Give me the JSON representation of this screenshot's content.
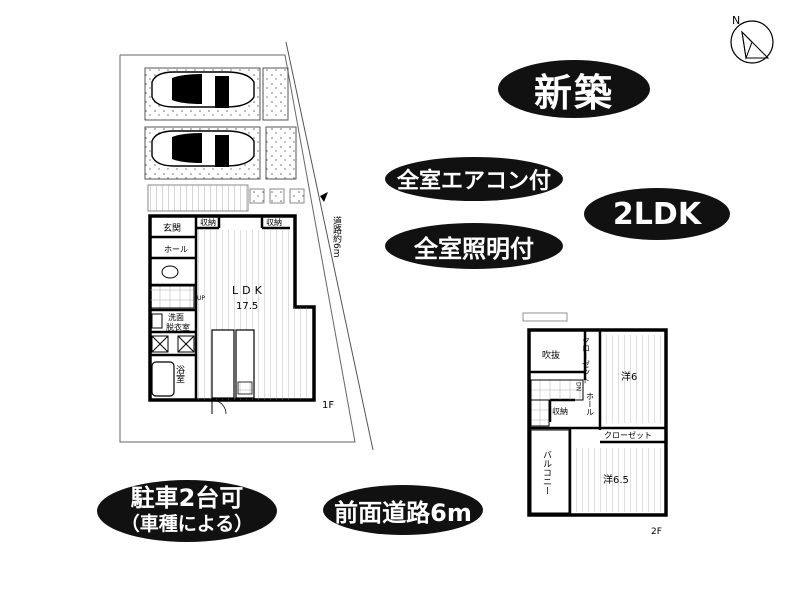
{
  "badges": {
    "new_build": "新築",
    "aircon": "全室エアコン付",
    "lighting": "全室照明付",
    "layout": "2LDK",
    "parking_line1": "駐車2台可",
    "parking_line2": "（車種による）",
    "front_road": "前面道路6m"
  },
  "compass": {
    "north": "N"
  },
  "floor1": {
    "label": "1F",
    "road": "道路約6m",
    "rooms": {
      "entrance": "玄関",
      "storage1": "収納",
      "storage2": "収納",
      "hall": "ホール",
      "ldk": "LDK",
      "ldk_size": "17.5",
      "washroom_line1": "洗面",
      "washroom_line2": "脱衣室",
      "bath": "浴室",
      "up": "UP"
    }
  },
  "floor2": {
    "label": "2F",
    "rooms": {
      "atrium": "吹抜",
      "closet1": "クローゼット",
      "western1": "洋6",
      "hall": "ホール",
      "dn": "DN",
      "storage": "収納",
      "closet2": "クローゼット",
      "balcony": "バルコニー",
      "western2": "洋6.5"
    }
  }
}
